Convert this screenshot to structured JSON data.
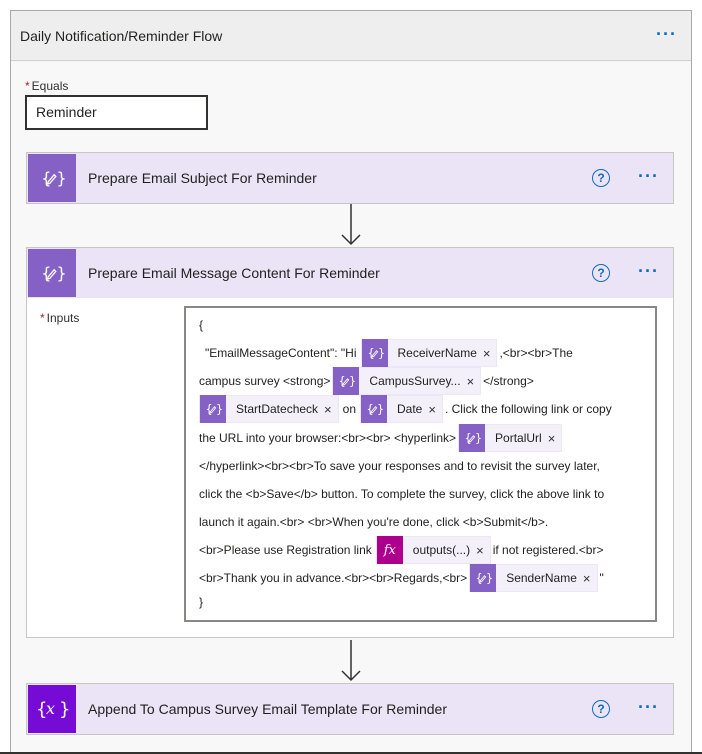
{
  "scope": {
    "title": "Daily Notification/Reminder Flow",
    "equals_label": "Equals",
    "equals_value": "Reminder",
    "required_mark": "*"
  },
  "actions": [
    {
      "title": "Prepare Email Subject For Reminder",
      "help": "?"
    },
    {
      "title": "Prepare Email Message Content For Reminder",
      "help": "?"
    },
    {
      "title": "Append To Campus Survey Email Template For Reminder",
      "help": "?"
    }
  ],
  "compose": {
    "inputs_label": "Inputs",
    "lines": {
      "l1": "{",
      "l2a": "\"EmailMessageContent\": \"Hi",
      "l2b": ",<br><br>The",
      "l3a": "campus survey <strong>",
      "l3b": "</strong>",
      "l4a": "on",
      "l4b": ". Click the following link or copy",
      "l5a": "the URL into your browser:<br><br> <hyperlink>",
      "l6": "</hyperlink><br><br>To save your responses and to revisit the survey later,",
      "l7": "click the <b>Save</b> button. To complete the survey, click the above link to",
      "l8": "launch it again.<br> <br>When you're done, click <b>Submit</b>.",
      "l9a": "<br>Please use Registration link",
      "l9b": "if not registered.<br>",
      "l10a": "<br>Thank you in advance.<br><br>Regards,<br>",
      "l10b": "\"",
      "l11": "}"
    },
    "tokens": {
      "receiver": "ReceiverName",
      "campus": "CampusSurvey...",
      "startdate": "StartDatecheck",
      "date": "Date",
      "portal": "PortalUrl",
      "outputs": "outputs(...)",
      "sender": "SenderName",
      "remove": "×",
      "fx": "fx"
    }
  },
  "icons": {
    "variable_icon": "curly-braces-pencil-icon",
    "help_icon": "question-circle-icon",
    "more_icon": "ellipsis-icon",
    "arrow_icon": "down-arrow-icon"
  },
  "colors": {
    "action_purple": "#8661c5",
    "action_dark_purple": "#770bd6",
    "expression_magenta": "#ad008c",
    "link_blue": "#0f6cbd",
    "required_red": "#a4262c"
  }
}
